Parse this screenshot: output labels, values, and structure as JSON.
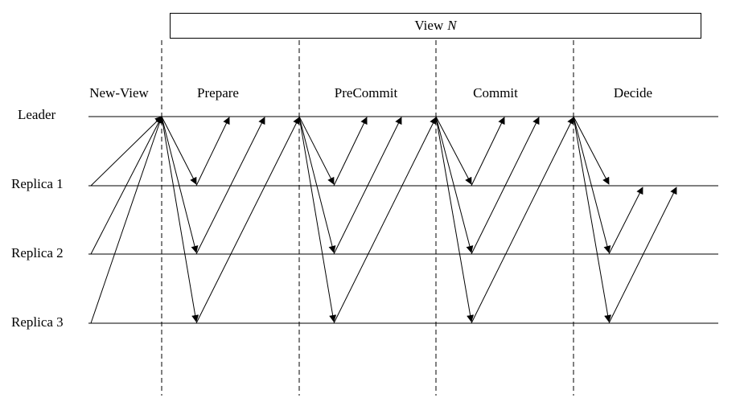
{
  "view": {
    "label": "View",
    "number": "N"
  },
  "phases": [
    "New-View",
    "Prepare",
    "PreCommit",
    "Commit",
    "Decide"
  ],
  "rows": [
    "Leader",
    "Replica 1",
    "Replica 2",
    "Replica 3"
  ],
  "colors": {
    "line": "#000000",
    "background": "#ffffff"
  }
}
